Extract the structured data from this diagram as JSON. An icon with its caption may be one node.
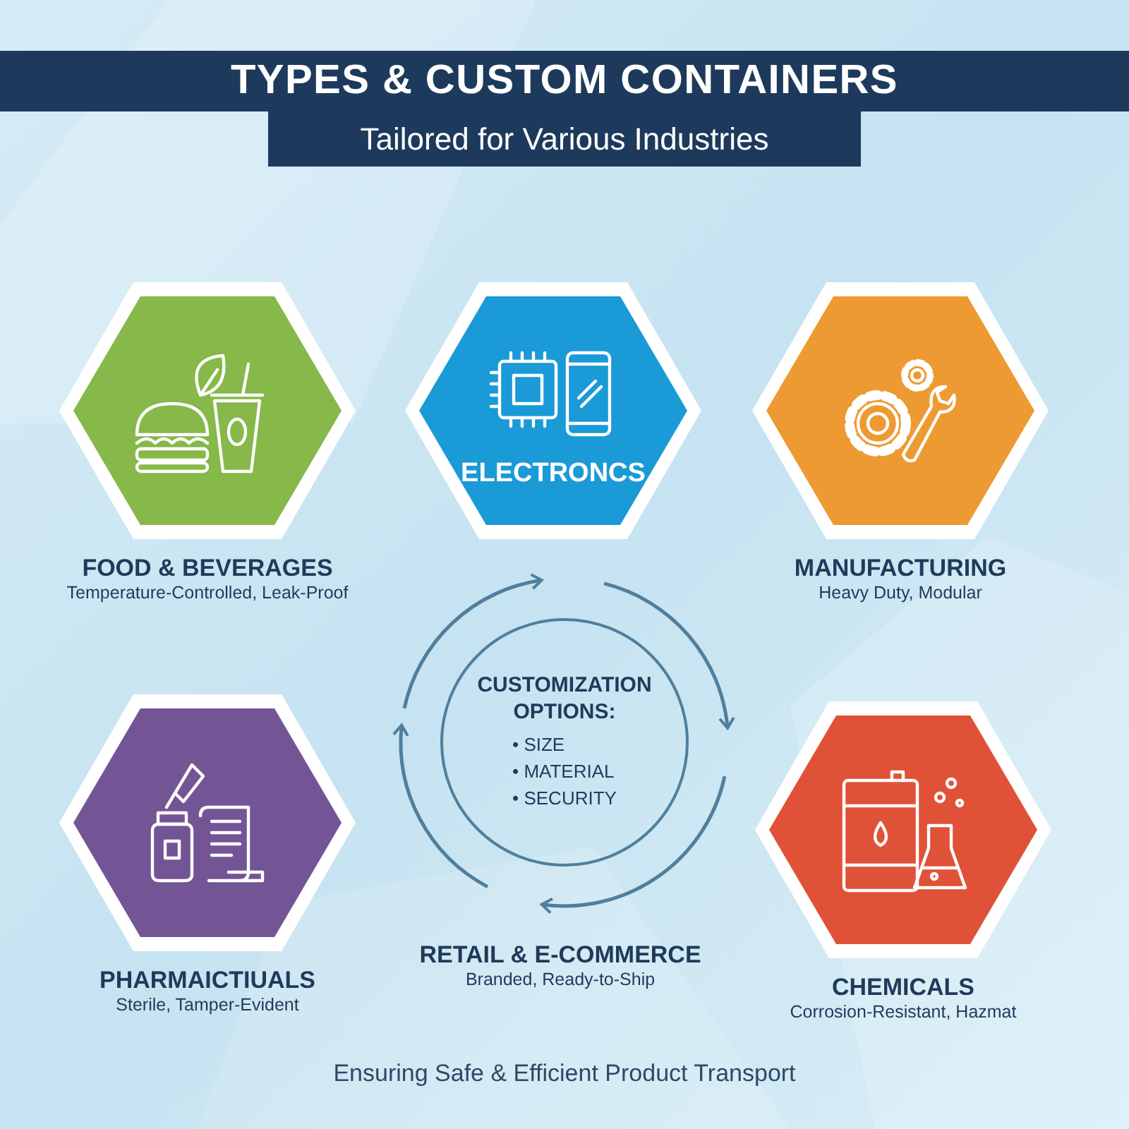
{
  "diagram": {
    "title": "TYPES & CUSTOM CONTAINERS",
    "nodes": [
      {
        "text": [
          "FOOD & BEVERAGES",
          "Temperature-Controlled, Leak-Proof"
        ]
      },
      {
        "text": [
          "ELECTRONCS"
        ]
      },
      {
        "text": [
          "MANUFACTURING",
          "Heavy Duty, Modular"
        ]
      },
      {
        "text": [
          "CUSTOMIZATION OPTIONS:",
          "• SIZE",
          "• MATERIAL",
          "• SECURITY"
        ]
      },
      {
        "text": [
          "PHARMAICTIUALS",
          "Sterile, Tamper-Evident"
        ]
      },
      {
        "text": [
          "RETAIL & E-COMMERCE",
          "Branded, Ready-to-Ship"
        ]
      },
      {
        "text": [
          "CHEMICALS",
          "Corrosion-Resistant, Hazmat"
        ]
      }
    ],
    "labels": [
      "Tailored for Various Industries"
    ],
    "caption": "Ensuring Safe & Efficient Product Transport"
  }
}
